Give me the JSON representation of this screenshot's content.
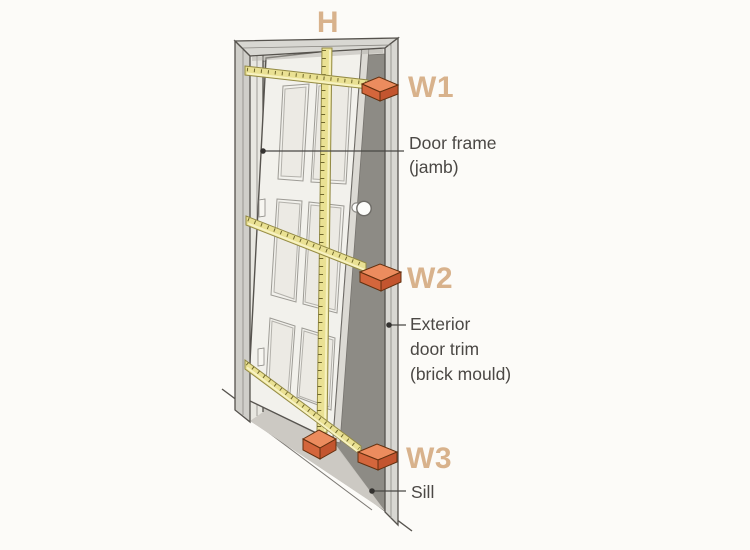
{
  "figure": {
    "type": "diagram",
    "subject": "How to measure a door: height and three widths",
    "labels": {
      "height": "H",
      "width_top": "W1",
      "width_middle": "W2",
      "width_bottom": "W3"
    },
    "annotations": {
      "door_frame": {
        "line1": "Door frame",
        "line2": "(jamb)"
      },
      "exterior_trim": {
        "line1": "Exterior",
        "line2": "door trim",
        "line3": "(brick mould)"
      },
      "sill": "Sill"
    },
    "colors": {
      "measurement_label": "#d8b28c",
      "annotation_text": "#4b4845",
      "tape_yellow": "#eae193",
      "tape_body_orange": "#ec8c5e",
      "frame_gray": "#d8d7d2",
      "background": "#fcfbf8"
    }
  }
}
